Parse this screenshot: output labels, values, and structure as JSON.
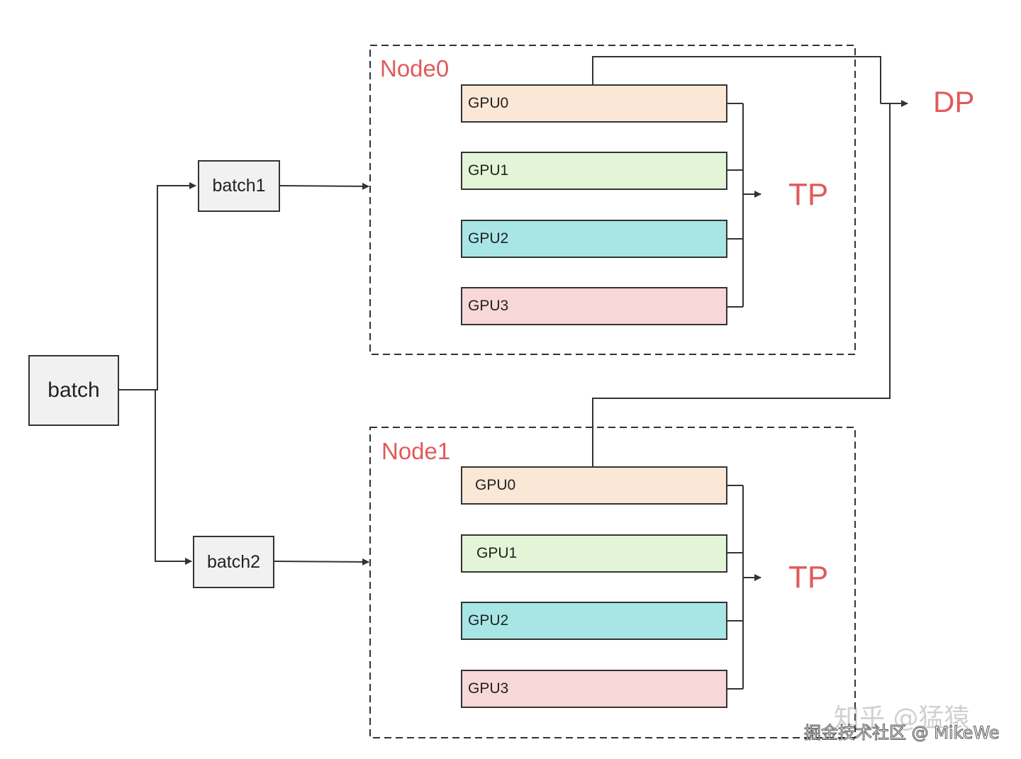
{
  "input": {
    "batch_label": "batch"
  },
  "splits": [
    {
      "label": "batch1"
    },
    {
      "label": "batch2"
    }
  ],
  "nodes": [
    {
      "label": "Node0",
      "gpus": [
        "GPU0",
        "GPU1",
        "GPU2",
        "GPU3"
      ],
      "group_label": "TP"
    },
    {
      "label": "Node1",
      "gpus": [
        "GPU0",
        "GPU1",
        "GPU2",
        "GPU3"
      ],
      "group_label": "TP"
    }
  ],
  "dp_label": "DP",
  "colors": {
    "gpu0": "#fbe7d6",
    "gpu1": "#e2f5d6",
    "gpu2": "#a8e6e6",
    "gpu3": "#f8d7d8",
    "accent": "#e05a5a",
    "line": "#333333"
  },
  "watermark": {
    "line1": "知乎 @猛猿",
    "line2": "掘金技术社区 @ MikeWe"
  }
}
